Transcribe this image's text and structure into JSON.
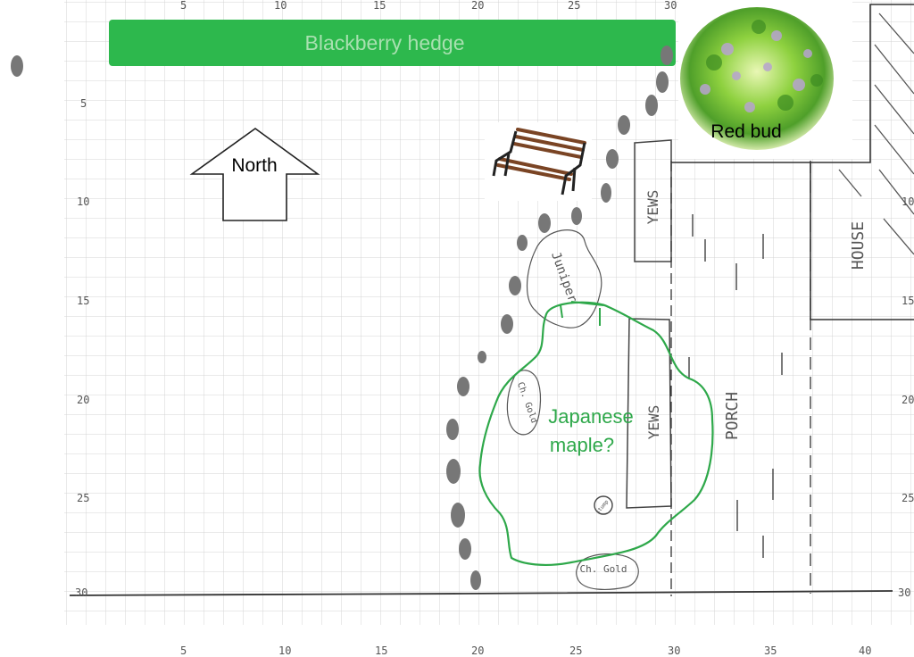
{
  "hedge_banner": {
    "text": "Blackberry hedge",
    "color": "#2db84d",
    "text_color": "#a8e0b0"
  },
  "north_arrow": {
    "text": "North"
  },
  "redbud": {
    "text": "Red bud"
  },
  "maple": {
    "line1": "Japanese",
    "line2": "maple?",
    "color": "#2ea84a"
  },
  "labels": {
    "yews_top": "YEWS",
    "yews_bottom": "YEWS",
    "porch": "PORCH",
    "house": "HOUSE",
    "juniper": "Juniper",
    "ch_gold_left": "Ch. Gold",
    "ch_gold_bottom": "Ch. Gold",
    "stump": "stump"
  },
  "scale": {
    "top": [
      "5",
      "10",
      "15",
      "20",
      "25",
      "30"
    ],
    "bottom": [
      "5",
      "10",
      "15",
      "20",
      "25",
      "30",
      "35",
      "40"
    ],
    "left": [
      "5",
      "10",
      "15",
      "20",
      "25",
      "30"
    ],
    "right": [
      "10",
      "15",
      "20",
      "25",
      "30"
    ]
  },
  "icons": {
    "bench": "bench-icon",
    "shrub": "shrub-icon",
    "arrow": "north-arrow-icon"
  }
}
